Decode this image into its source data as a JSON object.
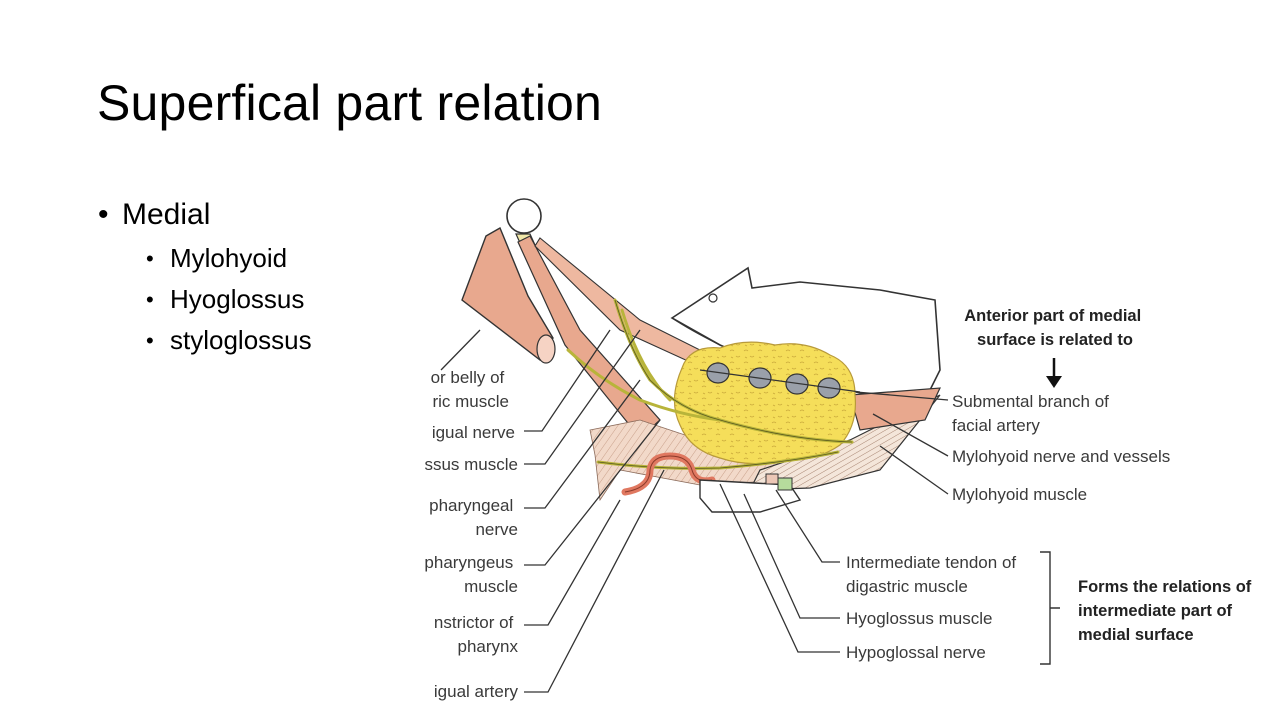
{
  "slide": {
    "title": "Superfical part relation",
    "bullets": {
      "level1": "Medial",
      "level2": [
        "Mylohyoid",
        "Hyoglossus",
        "styloglossus"
      ]
    }
  },
  "figure": {
    "left_labels": [
      [
        "or belly of",
        "ric muscle"
      ],
      [
        "igual nerve"
      ],
      [
        "ssus muscle"
      ],
      [
        "pharyngeal",
        "nerve"
      ],
      [
        "pharyngeus",
        "muscle"
      ],
      [
        "nstrictor of",
        "pharynx"
      ],
      [
        "igual artery"
      ]
    ],
    "anterior_header": [
      "Anterior part of medial",
      "surface is related to"
    ],
    "right_labels": [
      [
        "Submental branch of",
        "facial artery"
      ],
      [
        "Mylohyoid nerve and vessels"
      ],
      [
        "Mylohyoid muscle"
      ]
    ],
    "bottom_labels": [
      [
        "Intermediate tendon of",
        "digastric muscle"
      ],
      [
        "Hyoglossus muscle"
      ],
      [
        "Hypoglossal nerve"
      ]
    ],
    "intermediate_header": [
      "Forms the relations of",
      "intermediate part of",
      "medial surface"
    ],
    "colors": {
      "muscle": "#e8a88e",
      "gland": "#f5de5a",
      "nerve": "#b8b43a",
      "artery": "#e07860",
      "bone": "#ffffff",
      "line": "#333333"
    }
  }
}
